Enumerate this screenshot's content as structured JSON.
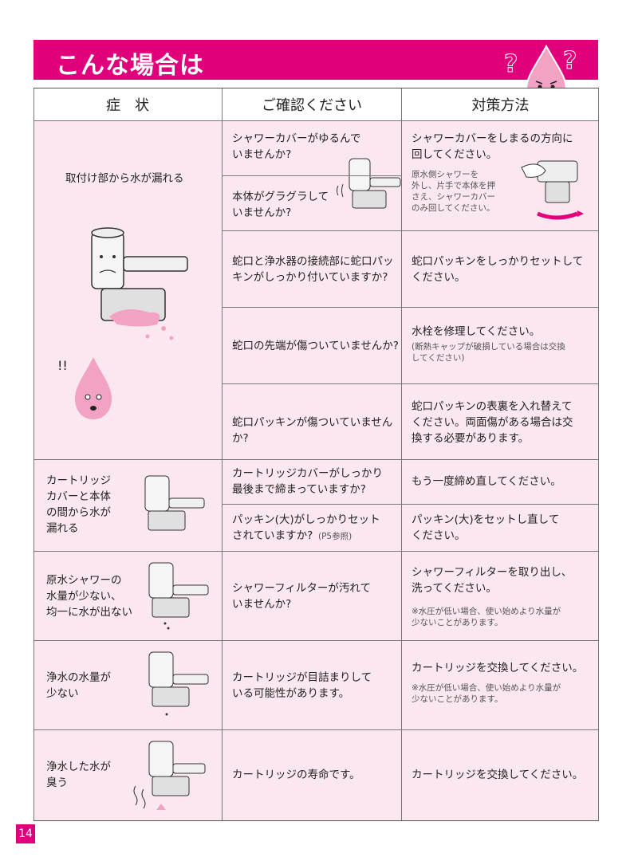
{
  "page": {
    "title": "こんな場合は",
    "page_number": "14"
  },
  "headers": {
    "symptom": "症　状",
    "check": "ご確認ください",
    "remedy": "対策方法"
  },
  "symptoms": [
    "取付け部から水が漏れる",
    "カートリッジ\nカバーと本体\nの間から水が\n漏れる",
    "原水シャワーの\n水量が少ない、\n均一に水が出ない",
    "浄水の水量が\n少ない",
    "浄水した水が\n臭う"
  ],
  "checks": [
    "シャワーカバーがゆるんで\nいませんか?",
    "本体がグラグラして\nいませんか?",
    "蛇口と浄水器の接続部に蛇口パッ\nキンがしっかり付いていますか?",
    "蛇口の先端が傷ついていませんか?",
    "蛇口パッキンが傷ついていませんか?",
    "カートリッジカバーがしっかり\n最後まで締まっていますか?",
    "パッキン(大)がしっかりセット\nされていますか?",
    "シャワーフィルターが汚れて\nいませんか?",
    "カートリッジが目詰まりして\nいる可能性があります。",
    "カートリッジの寿命です。"
  ],
  "check_notes": {
    "p5_ref": "(P5参照)"
  },
  "remedies": [
    "シャワーカバーをしまるの方向に\n回してください。",
    "蛇口パッキンをしっかりセットして\nください。",
    "水栓を修理してください。",
    "蛇口パッキンの表裏を入れ替えて\nください。両面傷がある場合は交\n換する必要があります。",
    "もう一度締め直してください。",
    "パッキン(大)をセットし直して\nください。",
    "シャワーフィルターを取り出し、\n洗ってください。",
    "カートリッジを交換してください。",
    "カートリッジを交換してください。"
  ],
  "remedy_notes": [
    "原水側シャワーを\n外し、片手で本体を押\nさえ、シャワーカバー\nのみ回してください。",
    "(断熱キャップが破損している場合は交換\n  してください)",
    "※水圧が低い場合、使い始めより水量が\n  少ないことがあります。",
    "※水圧が低い場合、使い始めより水量が\n  少ないことがあります。"
  ],
  "colors": {
    "accent": "#e0007c",
    "cell_bg": "#fbe7ef",
    "drop": "#f2a3c4"
  }
}
